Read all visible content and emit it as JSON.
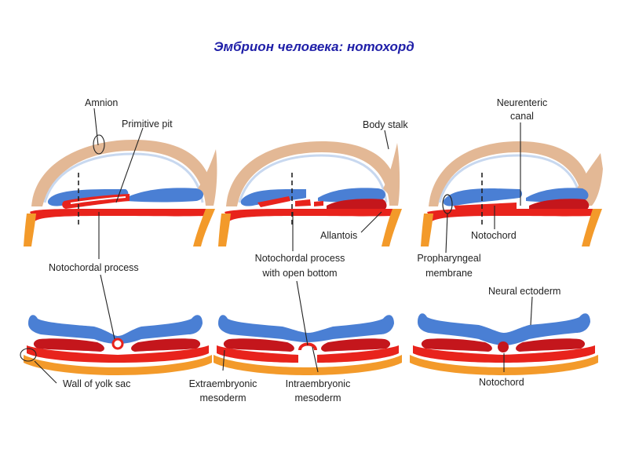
{
  "page": {
    "title": "Эмбрион человека: нотохорд"
  },
  "labels": {
    "amnion": "Amnion",
    "primitive_pit": "Primitive pit",
    "body_stalk": "Body stalk",
    "neurenteric_canal_1": "Neurenteric",
    "neurenteric_canal_2": "canal",
    "notochordal_process": "Notochordal process",
    "notochordal_open_1": "Notochordal process",
    "notochordal_open_2": "with open bottom",
    "allantois": "Allantois",
    "notochord_top": "Notochord",
    "prechordal_1": "Propharyngeal",
    "prechordal_2": "membrane",
    "neural_ectoderm": "Neural ectoderm",
    "wall_yolk_sac": "Wall of yolk sac",
    "extraembryonic_1": "Extraembryonic",
    "extraembryonic_2": "mesoderm",
    "intraembryonic_1": "Intraembryonic",
    "intraembryonic_2": "mesoderm",
    "notochord_bottom": "Notochord"
  },
  "colors": {
    "title": "#1f1fa8",
    "ectoderm_blue": "#4a7fd4",
    "endoderm_red": "#e8231c",
    "mesoderm_dark_red": "#c4161c",
    "yolk_orange": "#f39a2a",
    "amnion_tan": "#e3b895",
    "amnion_light_blue": "#c8d8ef"
  }
}
